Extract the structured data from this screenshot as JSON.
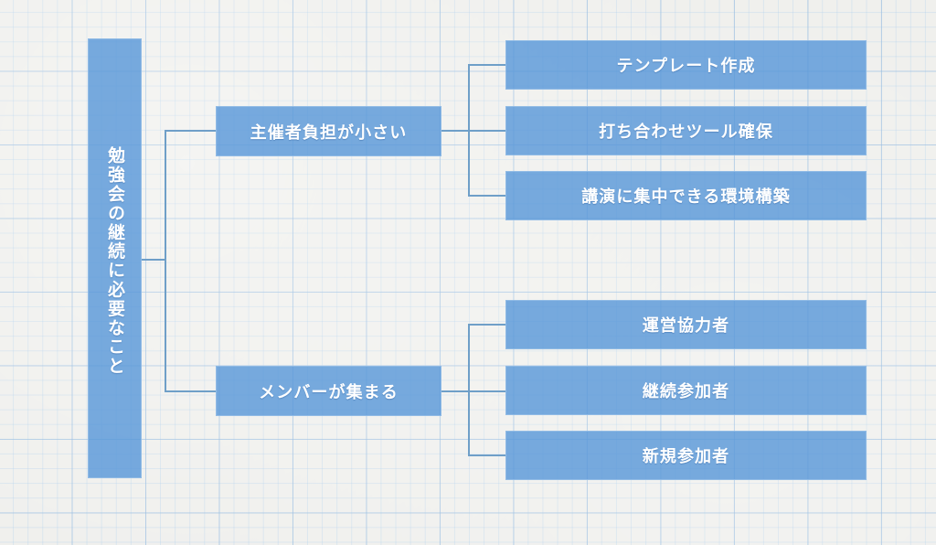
{
  "diagram": {
    "type": "mind-map",
    "title": "勉強会の継続に必要なこと",
    "root": {
      "label": "勉強会の継続に必要なこと",
      "orientation": "vertical"
    },
    "branches": [
      {
        "label": "主催者負担が小さい",
        "children": [
          {
            "label": "テンプレート作成"
          },
          {
            "label": "打ち合わせツール確保"
          },
          {
            "label": "講演に集中できる環境構築"
          }
        ]
      },
      {
        "label": "メンバーが集まる",
        "children": [
          {
            "label": "運営協力者"
          },
          {
            "label": "継続参加者"
          },
          {
            "label": "新規参加者"
          }
        ]
      }
    ]
  },
  "style": {
    "node_fill": "#5696d8",
    "node_border": "#96bee6",
    "node_text": "#ffffff",
    "edge_stroke": "#6f9fc8",
    "paper_background": "#efefec",
    "grid_major": "#8cb4dc",
    "grid_minor": "#a0c8eb"
  }
}
